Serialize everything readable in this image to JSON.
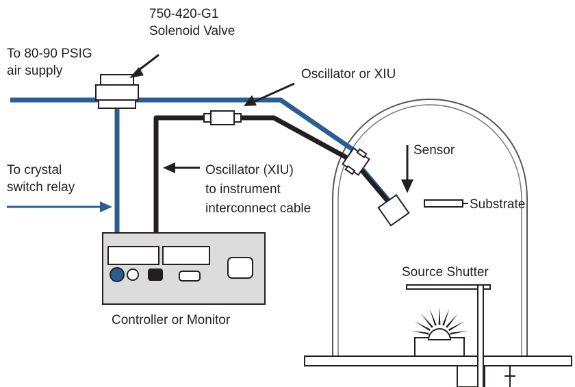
{
  "labels": {
    "air_supply_line1": "To 80-90 PSIG",
    "air_supply_line2": "air supply",
    "valve_line1": "750-420-G1",
    "valve_line2": "Solenoid Valve",
    "oscillator": "Oscillator or XIU",
    "relay_line1": "To crystal",
    "relay_line2": "switch relay",
    "cable_line1": "Oscillator (XIU)",
    "cable_line2": "to instrument",
    "cable_line3": "interconnect cable",
    "sensor": "Sensor",
    "substrate": "Substrate",
    "source_shutter": "Source Shutter",
    "controller": "Controller or Monitor"
  },
  "colors": {
    "air_line": "#2b5d95",
    "cable": "#231f20",
    "controller_fill": "#dcdcdc"
  }
}
